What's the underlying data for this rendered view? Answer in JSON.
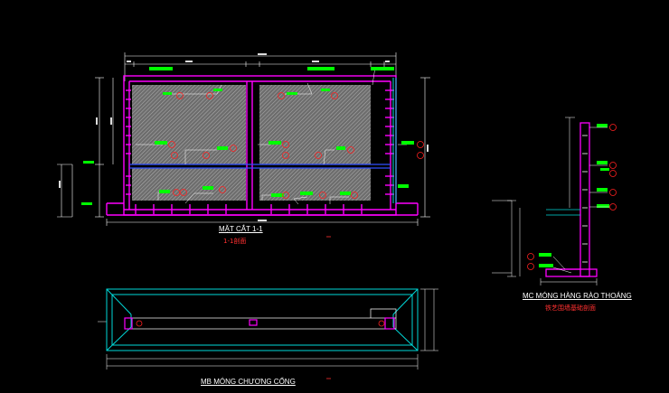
{
  "drawings": {
    "section_1_1": {
      "title": "MẶT CẮT 1-1",
      "subtitle": "1-1剖面"
    },
    "fence_foundation_section": {
      "title": "MC MÓNG HÀNG RÀO THOÁNG",
      "subtitle": "铁艺围墙基础剖面"
    },
    "gate_pillar_foundation_plan": {
      "title": "MB MÓNG CHƯƠNG CỔNG"
    }
  },
  "colors": {
    "background": "#000000",
    "section_lines": "#ff00ff",
    "hatch": "#a8a8a8",
    "dimensions": "#ffffff",
    "callout_tags": "#00ff00",
    "bubbles": "#ff0000",
    "plan_outline": "#00ffff",
    "blue_rebar": "#3050ff"
  }
}
